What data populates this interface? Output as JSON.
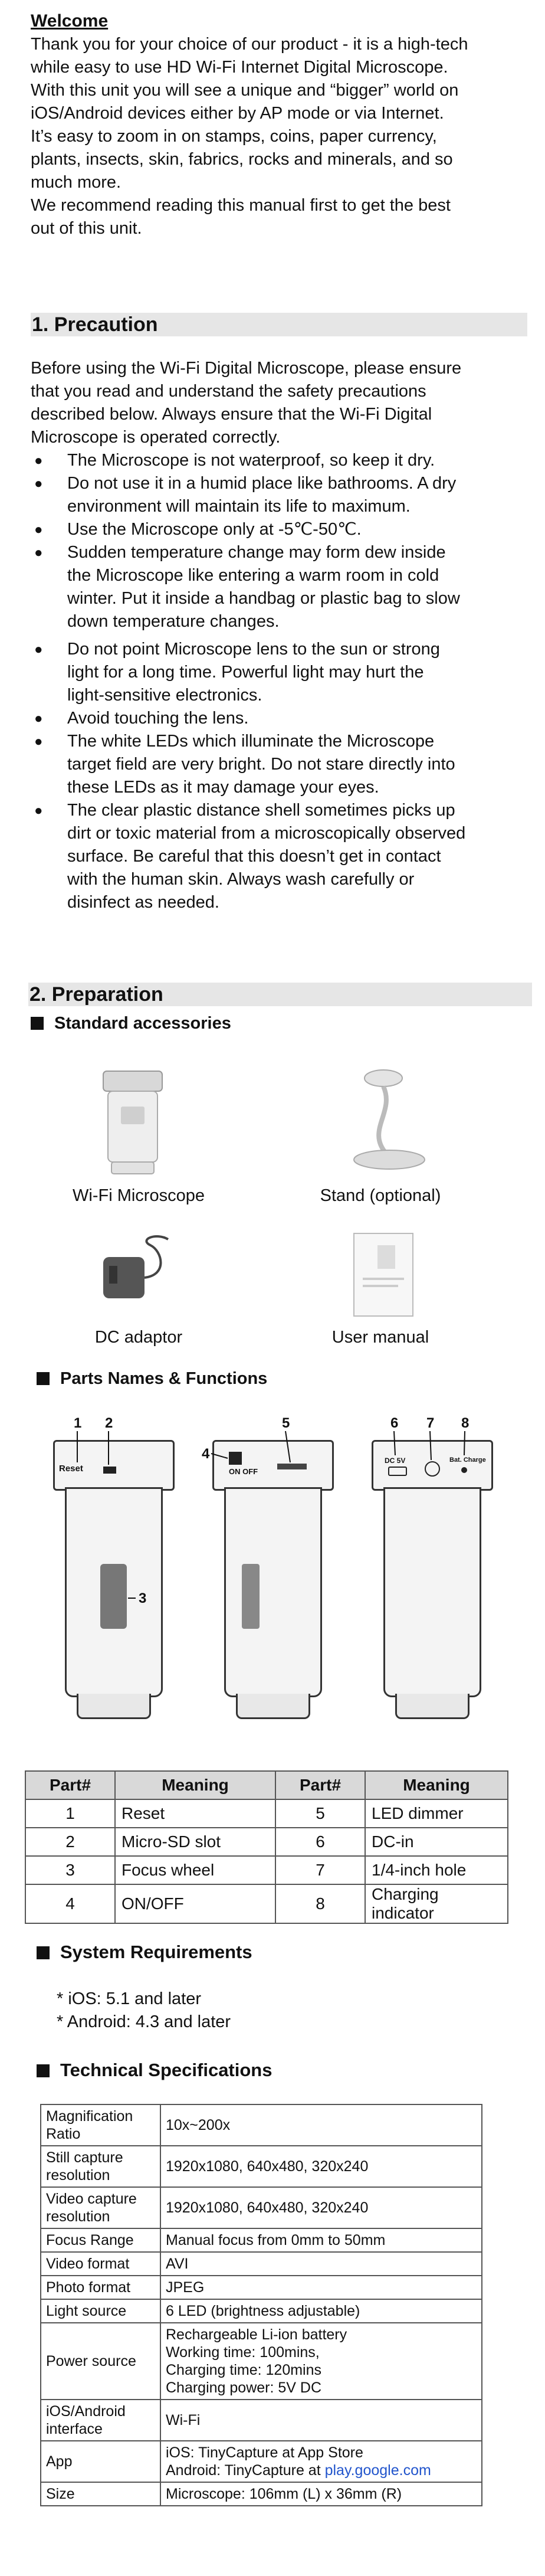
{
  "welcome": {
    "heading": "Welcome",
    "lines": [
      "Thank you for your choice of our product - it is a high-tech",
      "while easy to use HD Wi-Fi Internet Digital Microscope.",
      "With this unit you will see a unique and “bigger” world on",
      "iOS/Android devices either by AP mode or via Internet.",
      "It’s easy to zoom in on stamps, coins, paper currency,",
      "plants, insects, skin, fabrics, rocks and minerals, and so",
      "much more.",
      "We recommend reading this manual first to get the best",
      "out of this unit."
    ]
  },
  "precaution": {
    "title": "1. Precaution",
    "intro": [
      "Before using the Wi-Fi Digital Microscope, please ensure",
      "that you read and understand the safety precautions",
      "described below. Always ensure that the Wi-Fi Digital",
      "Microscope is operated correctly."
    ],
    "bullets": [
      [
        "The Microscope is not waterproof, so keep it dry."
      ],
      [
        "Do not use it in a humid place like bathrooms. A dry",
        "environment will maintain its life to maximum."
      ],
      [
        "Use the Microscope only at -5℃-50℃."
      ],
      [
        "Sudden temperature change may form dew inside",
        "the Microscope like entering a warm room in cold",
        "winter. Put it inside a handbag or plastic bag to slow",
        "down temperature changes."
      ],
      [
        "Do not point Microscope lens to the sun or strong",
        "light for a long time. Powerful light may hurt the",
        "light-sensitive electronics."
      ],
      [
        "Avoid touching the lens."
      ],
      [
        "The white LEDs which illuminate the Microscope",
        "target field are very bright. Do not stare directly into",
        "these LEDs as it may damage your eyes."
      ],
      [
        "The clear plastic distance shell sometimes picks up",
        "dirt or toxic material from a microscopically observed",
        "surface. Be careful that this doesn’t get in contact",
        "with the human skin. Always wash carefully or",
        "disinfect as needed."
      ]
    ]
  },
  "preparation": {
    "title": "2. Preparation",
    "accessories_heading": "Standard accessories",
    "accessories": {
      "microscope": "Wi-Fi Microscope",
      "stand": "Stand (optional)",
      "adaptor": "DC adaptor",
      "manual": "User manual"
    },
    "parts_heading": "Parts Names & Functions",
    "diagram": {
      "reset": "Reset",
      "on_off": "ON  OFF",
      "dc": "DC 5V",
      "charge": "Bat. Charge",
      "numbers": [
        "1",
        "2",
        "3",
        "4",
        "5",
        "6",
        "7",
        "8"
      ]
    },
    "parts_table": {
      "headers": [
        "Part#",
        "Meaning",
        "Part#",
        "Meaning"
      ],
      "rows": [
        [
          "1",
          "Reset",
          "5",
          "LED dimmer"
        ],
        [
          "2",
          "Micro-SD slot",
          "6",
          "DC-in"
        ],
        [
          "3",
          "Focus wheel",
          "7",
          "1/4-inch hole"
        ],
        [
          "4",
          "ON/OFF",
          "8",
          "Charging indicator"
        ]
      ]
    },
    "sysreq_heading": "System Requirements",
    "sysreq": [
      "* iOS: 5.1 and later",
      "* Android: 4.3 and later"
    ],
    "techspec_heading": "Technical Specifications",
    "techspec": [
      {
        "k": "Magnification Ratio",
        "v": [
          "10x~200x"
        ]
      },
      {
        "k": "Still capture resolution",
        "v": [
          "1920x1080, 640x480, 320x240"
        ]
      },
      {
        "k": "Video capture resolution",
        "v": [
          "1920x1080, 640x480, 320x240"
        ]
      },
      {
        "k": "Focus Range",
        "v": [
          "Manual focus from 0mm to 50mm"
        ]
      },
      {
        "k": "Video format",
        "v": [
          "AVI"
        ]
      },
      {
        "k": "Photo format",
        "v": [
          "JPEG"
        ]
      },
      {
        "k": "Light source",
        "v": [
          "6 LED (brightness adjustable)"
        ]
      },
      {
        "k": "Power source",
        "v": [
          "Rechargeable Li-ion battery",
          "Working time: 100mins,",
          "Charging time: 120mins",
          "Charging power: 5V DC"
        ]
      },
      {
        "k": "iOS/Android interface",
        "v": [
          "Wi-Fi"
        ]
      },
      {
        "k": "App",
        "v": [
          "iOS: TinyCapture at App Store",
          "Android: TinyCapture at "
        ],
        "link": "play.google.com"
      },
      {
        "k": "Size",
        "v": [
          "Microscope: 106mm (L) x 36mm (R)"
        ]
      }
    ]
  }
}
